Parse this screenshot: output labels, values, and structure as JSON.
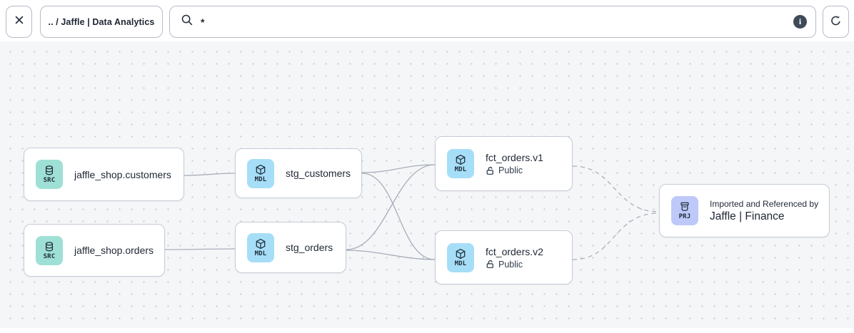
{
  "toolbar": {
    "breadcrumb": ".. / Jaffle | Data Analytics",
    "search_value": "*",
    "info_glyph": "i"
  },
  "graph": {
    "nodes": [
      {
        "badge": "SRC",
        "title": "jaffle_shop.customers"
      },
      {
        "badge": "SRC",
        "title": "jaffle_shop.orders"
      },
      {
        "badge": "MDL",
        "title": "stg_customers"
      },
      {
        "badge": "MDL",
        "title": "stg_orders"
      },
      {
        "badge": "MDL",
        "title": "fct_orders.v1",
        "access": "Public"
      },
      {
        "badge": "MDL",
        "title": "fct_orders.v2",
        "access": "Public"
      },
      {
        "badge": "PRJ",
        "subtitle": "Imported and Referenced by",
        "title": "Jaffle | Finance"
      }
    ],
    "edges": [
      {
        "from": "jaffle_shop.customers",
        "to": "stg_customers",
        "style": "solid"
      },
      {
        "from": "jaffle_shop.orders",
        "to": "stg_orders",
        "style": "solid"
      },
      {
        "from": "stg_customers",
        "to": "fct_orders.v1",
        "style": "solid"
      },
      {
        "from": "stg_customers",
        "to": "fct_orders.v2",
        "style": "solid"
      },
      {
        "from": "stg_orders",
        "to": "fct_orders.v1",
        "style": "solid"
      },
      {
        "from": "stg_orders",
        "to": "fct_orders.v2",
        "style": "solid"
      },
      {
        "from": "fct_orders.v1",
        "to": "Jaffle | Finance",
        "style": "dashed"
      },
      {
        "from": "fct_orders.v2",
        "to": "Jaffle | Finance",
        "style": "dashed"
      }
    ]
  },
  "colors": {
    "src-badge-bg": "#9fe0d6",
    "mdl-badge-bg": "#a6def7",
    "prj-badge-bg": "#bfc9f9",
    "node-border": "#c6ccd6",
    "edge": "#a7aebb",
    "canvas-bg": "#f5f6f8",
    "dot": "#c7ccd5"
  }
}
